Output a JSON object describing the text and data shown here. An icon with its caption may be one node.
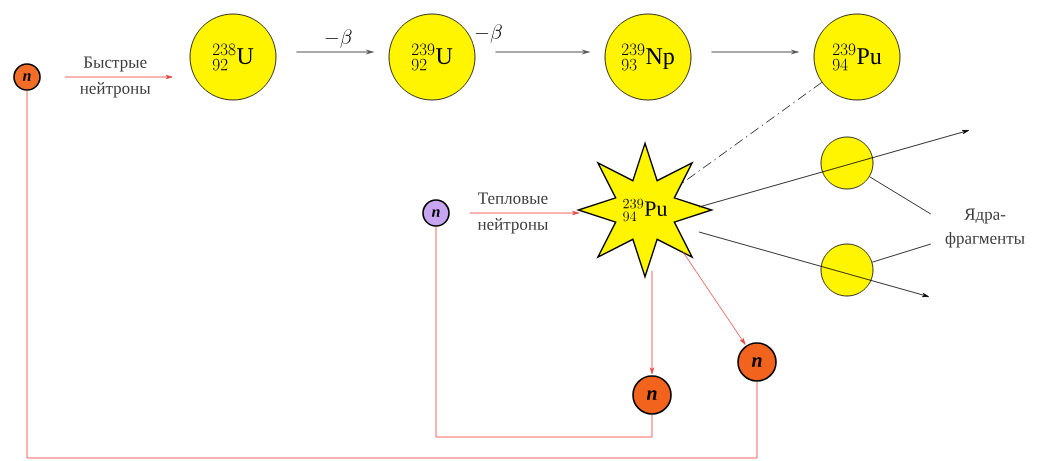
{
  "diagram": {
    "nodes": [
      {
        "text": [
          "n"
        ]
      },
      {
        "text": [
          "{}^{238}_{92}\\mathrm{U}"
        ]
      },
      {
        "text": [
          "{}^{239}_{92}\\mathrm{U}"
        ]
      },
      {
        "text": [
          "{}^{239}_{93}\\mathrm{Np}"
        ]
      },
      {
        "text": [
          "{}^{239}_{94}\\mathrm{Pu}"
        ]
      },
      {
        "text": [
          "n"
        ]
      },
      {
        "text": [
          "{}^{239}_{94}\\mathrm{Pu}"
        ]
      },
      {
        "text": [],
        "shape": "circle"
      },
      {
        "text": [],
        "shape": "circle"
      },
      {
        "text": [
          "n"
        ]
      },
      {
        "text": [
          "n"
        ]
      },
      {
        "text": [
          "Ядра- фрагменты"
        ]
      }
    ],
    "edges": [
      {
        "from": 0,
        "to": 1,
        "arrow": "to",
        "label": "Быстрые нейтроны",
        "color": "#e8413c"
      },
      {
        "from": 1,
        "to": 2,
        "arrow": "to",
        "label": "-\\beta",
        "color": "#555555"
      },
      {
        "from": 2,
        "to": 3,
        "arrow": "to",
        "label": "-\\beta",
        "color": "#555555"
      },
      {
        "from": 3,
        "to": 4,
        "arrow": "to",
        "color": "#555555"
      },
      {
        "from": 4,
        "to": 6,
        "arrow": "none",
        "style": "dashed",
        "color": "#000000"
      },
      {
        "from": 5,
        "to": 6,
        "arrow": "to",
        "label": "Тепловые нейтроны",
        "color": "#e8413c"
      },
      {
        "from": 6,
        "to": null,
        "arrow": "to",
        "color": "#000000"
      },
      {
        "from": 6,
        "to": null,
        "arrow": "to",
        "color": "#000000"
      },
      {
        "from": 6,
        "to": 9,
        "arrow": "to",
        "color": "#e8413c"
      },
      {
        "from": 6,
        "to": 10,
        "arrow": "to",
        "color": "#e8413c"
      },
      {
        "from": 9,
        "to": 5,
        "arrow": "none",
        "color": "#e8413c"
      },
      {
        "from": 10,
        "to": 0,
        "arrow": "none",
        "color": "#e8413c"
      },
      {
        "from": 11,
        "to": 7,
        "arrow": "none",
        "color": "#000000"
      },
      {
        "from": 11,
        "to": 8,
        "arrow": "none",
        "color": "#000000"
      }
    ]
  }
}
